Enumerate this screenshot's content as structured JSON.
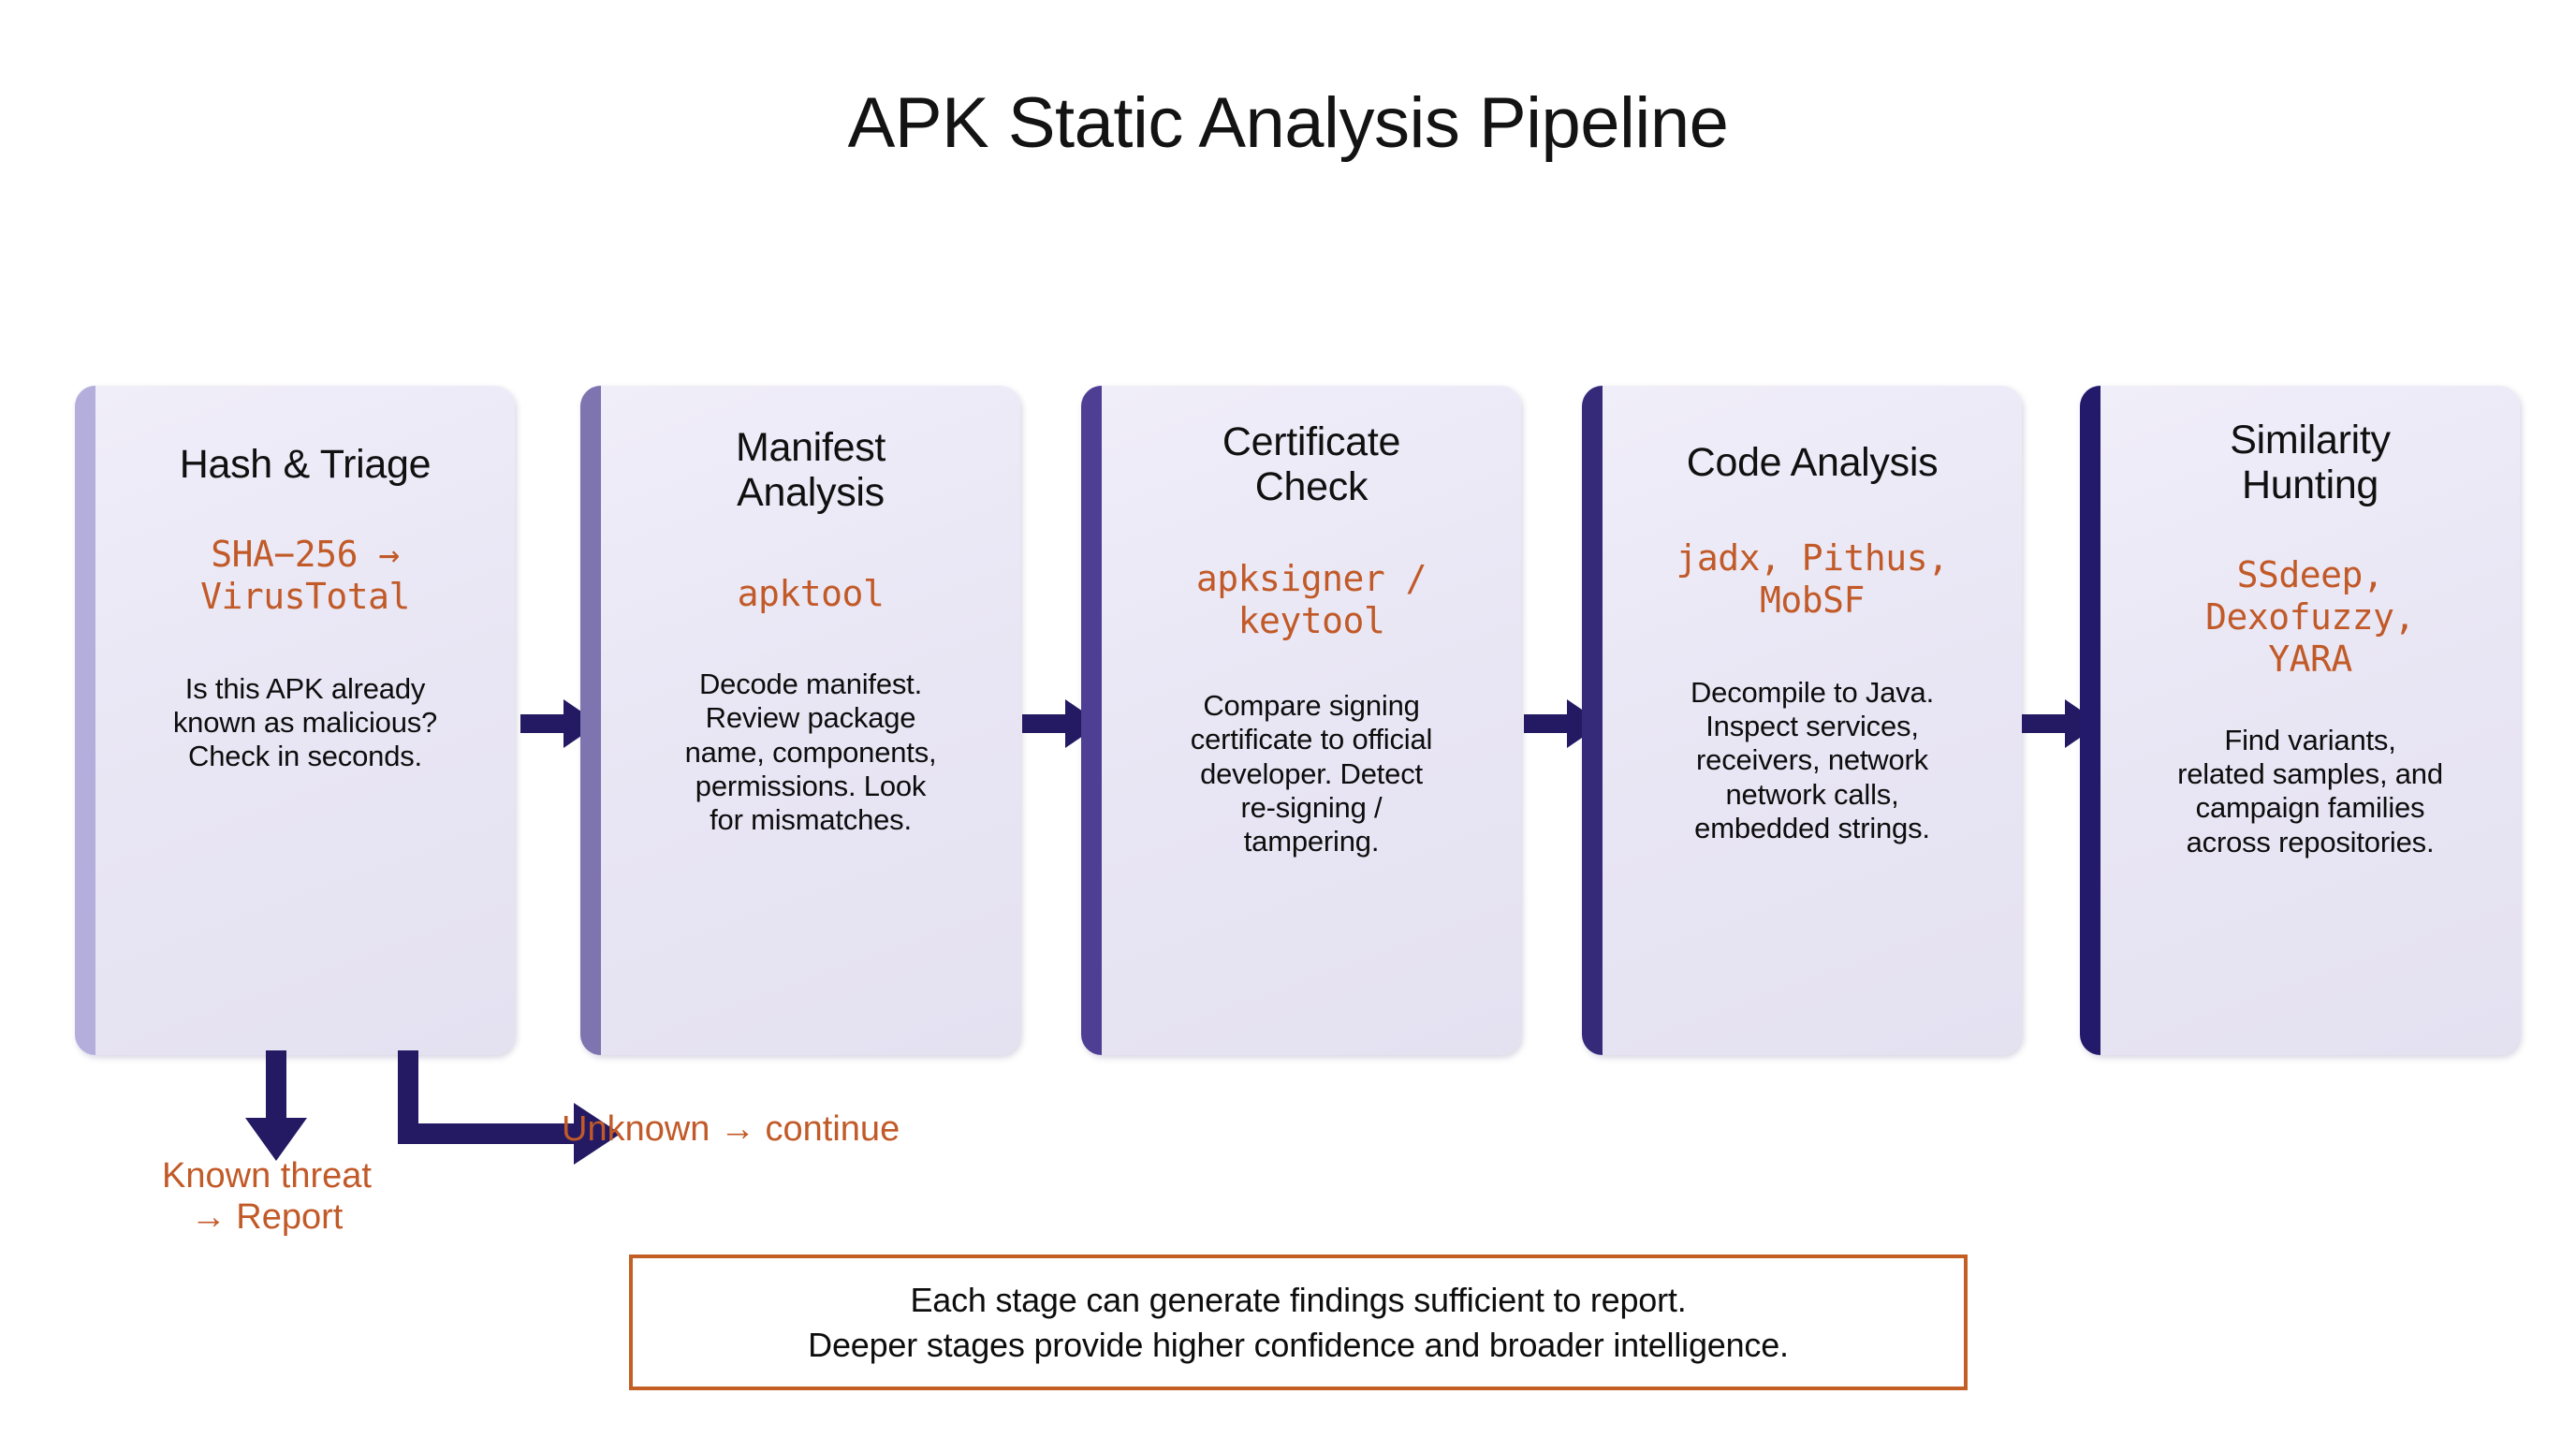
{
  "title": "APK Static Analysis Pipeline",
  "colors": {
    "orange_accent": "#c15a28",
    "arrow_navy": "#241a63",
    "card_bg": "#e8e5f4",
    "note_border": "#c35f25",
    "stage_accents": [
      "#b4aedd",
      "#7d74b0",
      "#4f3f94",
      "#352a7a",
      "#231a6b"
    ]
  },
  "stages": [
    {
      "title": "Hash & Triage",
      "tools": "SHA−256 →\nVirusTotal",
      "description": "Is this APK already\nknown as malicious?\nCheck in seconds.",
      "accent": "#b4aedd"
    },
    {
      "title": "Manifest\nAnalysis",
      "tools": "apktool",
      "description": "Decode manifest.\nReview package\nname, components,\npermissions. Look\nfor mismatches.",
      "accent": "#7d74b0"
    },
    {
      "title": "Certificate\nCheck",
      "tools": "apksigner /\nkeytool",
      "description": "Compare signing\ncertificate to official\ndeveloper. Detect\nre-signing /\ntampering.",
      "accent": "#4f3f94"
    },
    {
      "title": "Code Analysis",
      "tools": "jadx, Pithus,\nMobSF",
      "description": "Decompile to Java.\nInspect services,\nreceivers, network\nnetwork calls,\nembedded strings.",
      "accent": "#352a7a"
    },
    {
      "title": "Similarity\nHunting",
      "tools": "SSdeep,\nDexofuzzy,\nYARA",
      "description": "Find variants,\nrelated samples, and\ncampaign families\nacross repositories.",
      "accent": "#231a6b"
    }
  ],
  "branches": {
    "known_threat_label": "Known threat\n→ Report",
    "unknown_continue_label": "Unknown → continue"
  },
  "footer_note": {
    "line1": "Each stage can generate findings sufficient to report.",
    "line2": "Deeper stages provide higher confidence and broader intelligence."
  }
}
